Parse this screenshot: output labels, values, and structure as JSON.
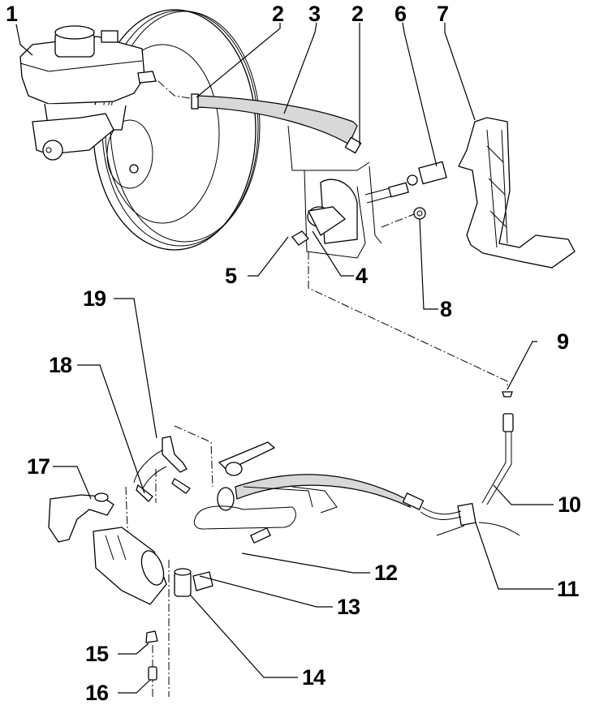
{
  "diagram": {
    "type": "exploded-parts-diagram",
    "subject": "brake booster, master cylinder, clutch pedal and clutch hydraulic line",
    "colors": {
      "line": "#000000",
      "background": "#ffffff",
      "hose_fill": "#d8d8d8"
    },
    "callouts": [
      {
        "id": "1",
        "label": "1",
        "part": "brake fluid reservoir / master cylinder"
      },
      {
        "id": "2a",
        "label": "2",
        "part": "hose clamp (reservoir side)"
      },
      {
        "id": "3",
        "label": "3",
        "part": "supply hose"
      },
      {
        "id": "2b",
        "label": "2",
        "part": "hose clamp (clutch cylinder side)"
      },
      {
        "id": "6",
        "label": "6",
        "part": "pedal switch"
      },
      {
        "id": "7",
        "label": "7",
        "part": "clutch pedal"
      },
      {
        "id": "5",
        "label": "5",
        "part": "retaining clip"
      },
      {
        "id": "4",
        "label": "4",
        "part": "clutch master cylinder"
      },
      {
        "id": "8",
        "label": "8",
        "part": "nut"
      },
      {
        "id": "19",
        "label": "19",
        "part": "bracket"
      },
      {
        "id": "9",
        "label": "9",
        "part": "retaining clip"
      },
      {
        "id": "18",
        "label": "18",
        "part": "bolt"
      },
      {
        "id": "17",
        "label": "17",
        "part": "bracket"
      },
      {
        "id": "10",
        "label": "10",
        "part": "hydraulic pipe"
      },
      {
        "id": "11",
        "label": "11",
        "part": "pipe holder"
      },
      {
        "id": "12",
        "label": "12",
        "part": "retaining clip"
      },
      {
        "id": "13",
        "label": "13",
        "part": "clip"
      },
      {
        "id": "14",
        "label": "14",
        "part": "clutch slave cylinder"
      },
      {
        "id": "15",
        "label": "15",
        "part": "dust cap"
      },
      {
        "id": "16",
        "label": "16",
        "part": "bleed valve"
      }
    ]
  }
}
